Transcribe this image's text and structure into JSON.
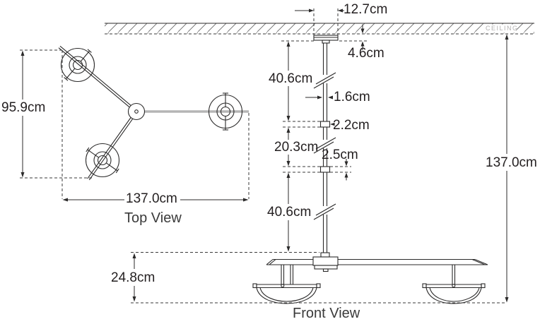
{
  "ceiling": {
    "label": "CEILING"
  },
  "top_view": {
    "label": "Top View",
    "dims": {
      "depth": "95.9cm",
      "width": "137.0cm"
    }
  },
  "front_view": {
    "label": "Front View",
    "dims": {
      "canopy_width": "12.7cm",
      "canopy_drop": "4.6cm",
      "rod_upper": "40.6cm",
      "rod_width": "1.6cm",
      "coupler_upper": "2.2cm",
      "rod_middle": "20.3cm",
      "coupler_lower": "2.5cm",
      "rod_lower": "40.6cm",
      "body_height": "24.8cm",
      "overall_drop": "137.0cm"
    }
  }
}
